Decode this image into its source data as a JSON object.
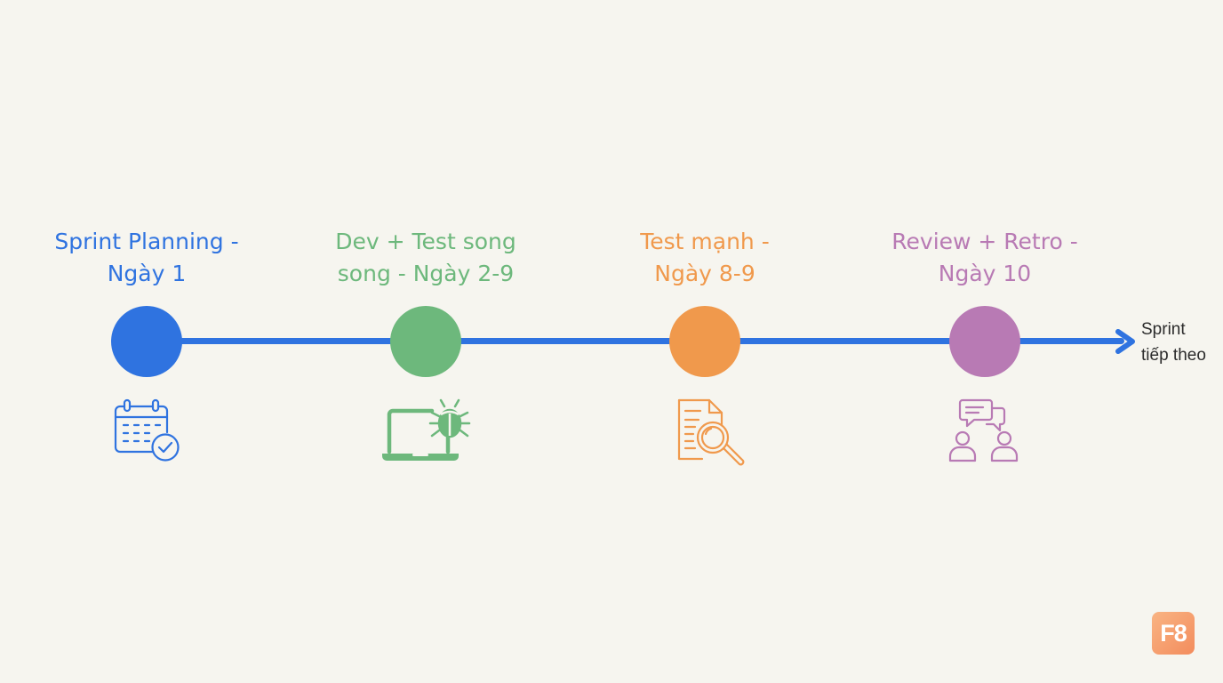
{
  "timeline": {
    "line_color": "#2f73e0",
    "end_label_lines": [
      "Sprint",
      "tiếp theo"
    ],
    "stages": [
      {
        "title_lines": [
          "Sprint Planning -",
          "Ngày 1"
        ],
        "color": "#2f73e0",
        "icon": "calendar-check-icon"
      },
      {
        "title_lines": [
          "Dev + Test song",
          "song - Ngày 2-9"
        ],
        "color": "#6db87c",
        "icon": "laptop-bug-icon"
      },
      {
        "title_lines": [
          "Test mạnh -",
          "Ngày 8-9"
        ],
        "color": "#f0994c",
        "icon": "document-search-icon"
      },
      {
        "title_lines": [
          "Review + Retro -",
          "Ngày 10"
        ],
        "color": "#b87ab4",
        "icon": "people-chat-icon"
      }
    ]
  },
  "logo": {
    "text": "F8",
    "color": "#f4955f"
  }
}
